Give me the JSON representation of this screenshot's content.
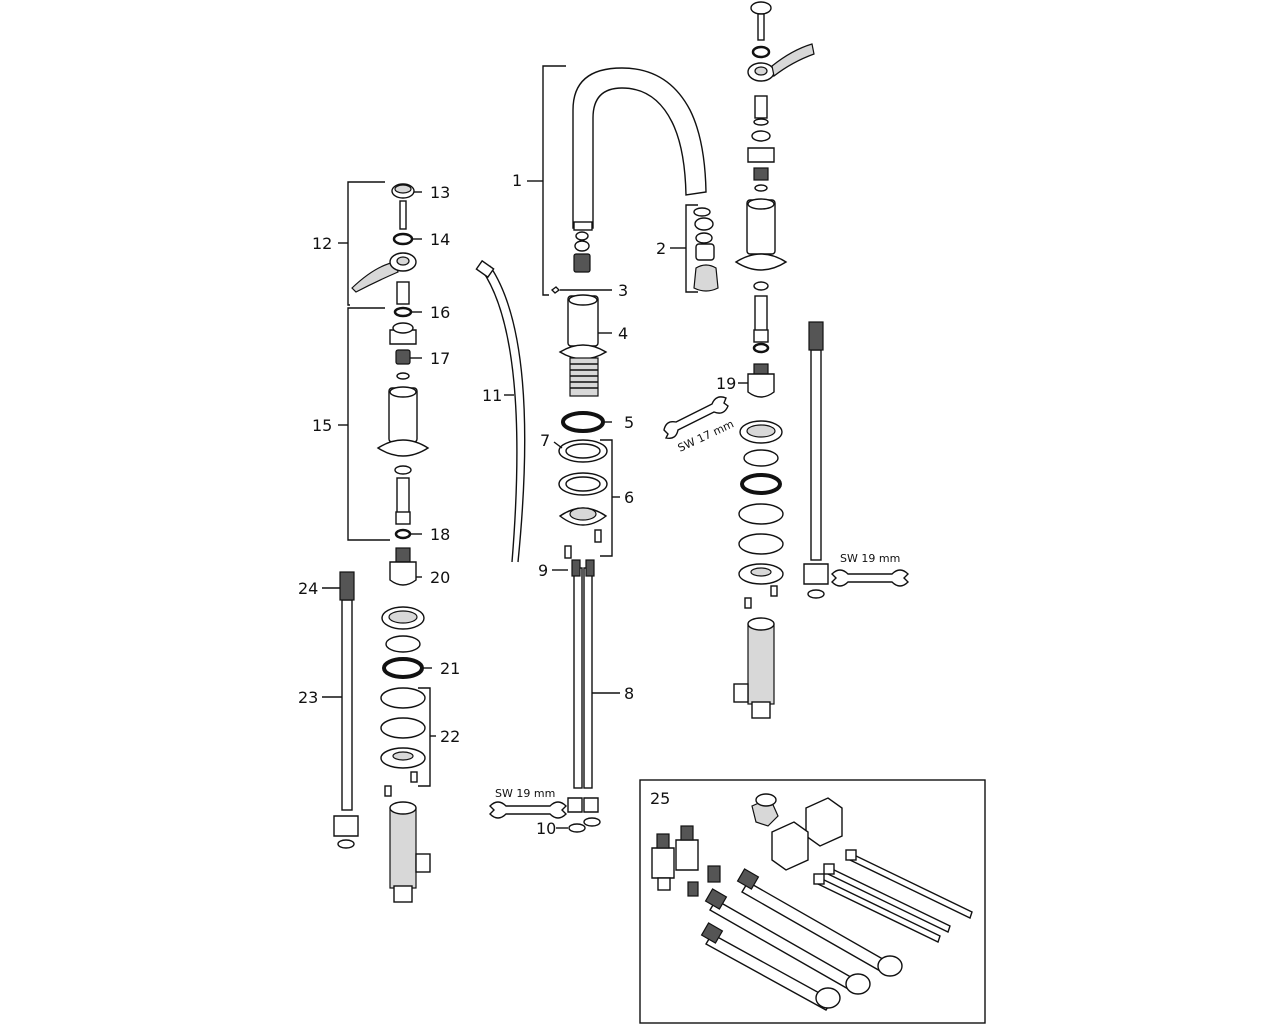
{
  "callouts": {
    "c1": "1",
    "c2": "2",
    "c3": "3",
    "c4": "4",
    "c5": "5",
    "c6": "6",
    "c7": "7",
    "c8": "8",
    "c9": "9",
    "c10": "10",
    "c11": "11",
    "c12": "12",
    "c13": "13",
    "c14": "14",
    "c15": "15",
    "c16": "16",
    "c17": "17",
    "c18": "18",
    "c19": "19",
    "c20": "20",
    "c21": "21",
    "c22": "22",
    "c23": "23",
    "c24": "24",
    "c25": "25"
  },
  "wrenches": {
    "right_hose": "SW 19 mm",
    "valve_right": "SW 17 mm",
    "bottom_center": "SW 19 mm"
  }
}
